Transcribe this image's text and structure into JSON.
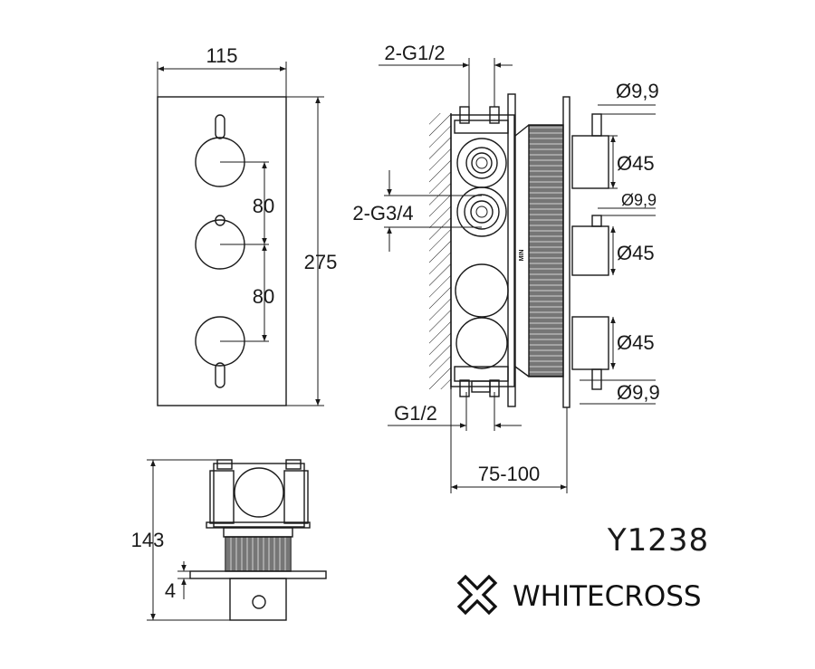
{
  "drawing": {
    "model_code": "Y1238",
    "brand_name": "WHITECROSS",
    "brand_icon": "cross-x-logo-icon",
    "colors": {
      "line": "#1a1a1a",
      "background": "#ffffff"
    }
  },
  "front_view": {
    "width": "115",
    "height": "275",
    "spacing_top": "80",
    "spacing_bottom": "80"
  },
  "side_view": {
    "inlet_top": "2-G1/2",
    "inlet_middle": "2-G3/4",
    "inlet_bottom": "G1/2",
    "spindle_top": "Ø9,9",
    "handle_top": "Ø45",
    "spindle_mid": "Ø9,9",
    "handle_mid": "Ø45",
    "handle_bottom": "Ø45",
    "spindle_bottom": "Ø9,9",
    "depth_range": "75-100",
    "min_mark": "MIN"
  },
  "bottom_view": {
    "height": "143",
    "plate_offset": "4"
  }
}
